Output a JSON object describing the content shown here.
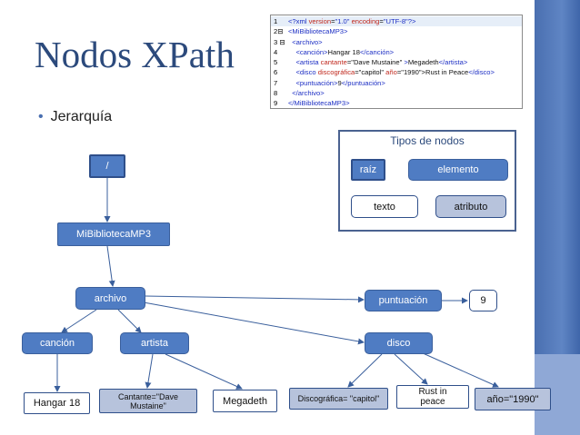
{
  "slide": {
    "title": "Nodos XPath",
    "bullet": "Jerarquía"
  },
  "xml_listing": {
    "lines": [
      {
        "n": "1",
        "parts": [
          {
            "c": "blue",
            "t": "<?xml "
          },
          {
            "c": "red",
            "t": "version"
          },
          {
            "c": "blk",
            "t": "="
          },
          {
            "c": "blue",
            "t": "\"1.0\" "
          },
          {
            "c": "red",
            "t": "encoding"
          },
          {
            "c": "blk",
            "t": "="
          },
          {
            "c": "blue",
            "t": "\"UTF-8\"?>"
          }
        ]
      },
      {
        "n": "2⊟",
        "parts": [
          {
            "c": "blue",
            "t": "<MiBibliotecaMP3>"
          }
        ]
      },
      {
        "n": "3 ⊟",
        "parts": [
          {
            "c": "blue",
            "t": "  <archivo>"
          }
        ]
      },
      {
        "n": "4",
        "parts": [
          {
            "c": "blue",
            "t": "    <canción>"
          },
          {
            "c": "blk",
            "t": "Hangar 18"
          },
          {
            "c": "blue",
            "t": "</canción>"
          }
        ]
      },
      {
        "n": "5",
        "parts": [
          {
            "c": "blue",
            "t": "    <artista "
          },
          {
            "c": "red",
            "t": "cantante"
          },
          {
            "c": "blk",
            "t": "=\"Dave Mustaine\" "
          },
          {
            "c": "blue",
            "t": ">"
          },
          {
            "c": "blk",
            "t": "Megadeth"
          },
          {
            "c": "blue",
            "t": "</artista>"
          }
        ]
      },
      {
        "n": "6",
        "parts": [
          {
            "c": "blue",
            "t": "    <disco "
          },
          {
            "c": "red",
            "t": "discográfica"
          },
          {
            "c": "blk",
            "t": "=\"capitol\" "
          },
          {
            "c": "red",
            "t": "año"
          },
          {
            "c": "blk",
            "t": "=\"1990\">"
          },
          {
            "c": "blk",
            "t": "Rust in Peace"
          },
          {
            "c": "blue",
            "t": "</disco>"
          }
        ]
      },
      {
        "n": "7",
        "parts": [
          {
            "c": "blue",
            "t": "    <puntuación>"
          },
          {
            "c": "blk",
            "t": "9"
          },
          {
            "c": "blue",
            "t": "</puntuación>"
          }
        ]
      },
      {
        "n": "8",
        "parts": [
          {
            "c": "blue",
            "t": "  </archivo>"
          }
        ]
      },
      {
        "n": "9",
        "parts": [
          {
            "c": "blue",
            "t": "</MiBibliotecaMP3>"
          }
        ]
      }
    ]
  },
  "legend": {
    "title": "Tipos de nodos",
    "items": {
      "raiz": "raíz",
      "elemento": "elemento",
      "texto": "texto",
      "atributo": "atributo"
    }
  },
  "tree": {
    "root": "/",
    "MiBibliotecaMP3": "MiBibliotecaMP3",
    "archivo": "archivo",
    "puntuacion": "puntuación",
    "puntuacion_val": "9",
    "cancion": "canción",
    "artista": "artista",
    "disco": "disco",
    "hangar": "Hangar 18",
    "cantante": "Cantante=\"Dave Mustaine\"",
    "megadeth": "Megadeth",
    "discografica": "Discográfica= \"capitol\"",
    "rust": "Rust in peace",
    "anio": "año=\"1990\""
  },
  "colors": {
    "element": "#4f7cc3",
    "attribute": "#b7c3dc",
    "border": "#2f4f8a",
    "title": "#2c4a7c"
  }
}
